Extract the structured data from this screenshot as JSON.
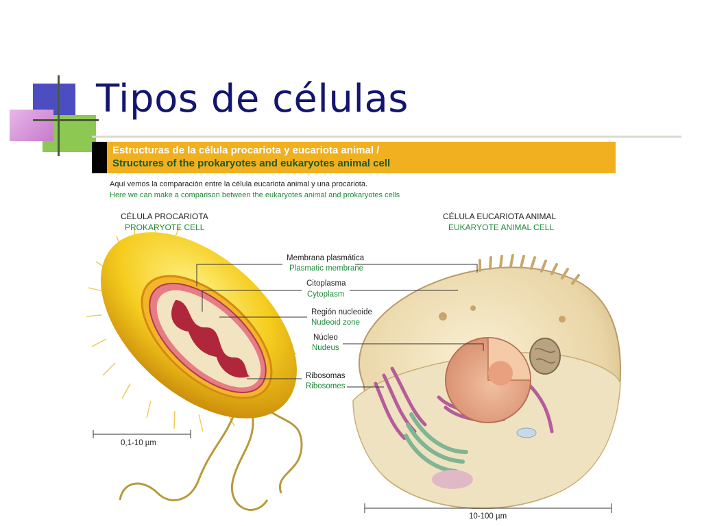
{
  "slide": {
    "title": "Tipos de células"
  },
  "figure": {
    "banner": {
      "line_es": "Estructuras de la célula procariota y eucariota animal /",
      "line_en": "Structures of the prokaryotes and eukaryotes animal cell"
    },
    "intro": {
      "es": "Aquí vemos la comparación entre la célula eucariota animal y una procariota.",
      "en": "Here we can make a comparison between the eukaryotes animal and prokaryotes cells"
    },
    "prokaryote": {
      "title_es": "CÉLULA PROCARIOTA",
      "title_en": "PROKARYOTE CELL",
      "scale": "0,1-10 µm"
    },
    "eukaryote": {
      "title_es": "CÉLULA EUCARIOTA ANIMAL",
      "title_en": "EUKARYOTE ANIMAL CELL",
      "scale": "10-100 µm"
    },
    "parts": [
      {
        "es": "Membrana plasmática",
        "en": "Plasmatic membrane"
      },
      {
        "es": "Citoplasma",
        "en": "Cytoplasm"
      },
      {
        "es": "Región nucleoide",
        "en": "Nudeoid zone"
      },
      {
        "es": "Núcleo",
        "en": "Nudeus"
      },
      {
        "es": "Ribosomas",
        "en": "Ribosomes"
      }
    ],
    "colors": {
      "title": "#14156e",
      "banner": "#f1b020",
      "english_text": "#1f8a3a"
    }
  }
}
